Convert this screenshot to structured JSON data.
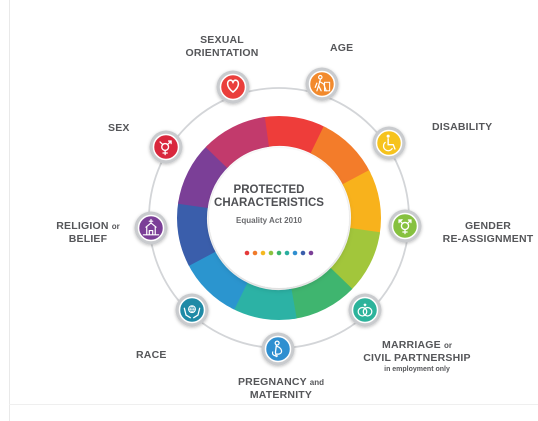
{
  "center": {
    "title_line1": "PROTECTED",
    "title_line2": "CHARACTERISTICS",
    "subtitle": "Equality Act 2010"
  },
  "nodes": [
    {
      "id": "sexual-orientation",
      "line1": "SEXUAL",
      "line2": "ORIENTATION",
      "color": "#ea3f3c",
      "icon": "heart-icon"
    },
    {
      "id": "age",
      "line1": "AGE",
      "color": "#f28a2d",
      "icon": "elderly-person-icon"
    },
    {
      "id": "disability",
      "line1": "DISABILITY",
      "color": "#f6c31d",
      "icon": "wheelchair-icon"
    },
    {
      "id": "gender-reassignment",
      "line1": "GENDER",
      "line2": "RE-ASSIGNMENT",
      "color": "#86c13f",
      "icon": "transgender-symbol-icon"
    },
    {
      "id": "marriage",
      "line1": "MARRIAGE",
      "line1_suffix": "or",
      "line2": "CIVIL PARTNERSHIP",
      "line3": "in employment only",
      "color": "#2cb39b",
      "icon": "rings-icon"
    },
    {
      "id": "pregnancy",
      "line1": "PREGNANCY",
      "line1_suffix": "and",
      "line2": "MATERNITY",
      "color": "#2f8fd0",
      "icon": "pregnant-woman-icon"
    },
    {
      "id": "race",
      "line1": "RACE",
      "color": "#1f8aa6",
      "icon": "hands-globe-icon"
    },
    {
      "id": "religion",
      "line1": "RELIGION",
      "line1_suffix": "or",
      "line2": "BELIEF",
      "color": "#7b3f97",
      "icon": "place-of-worship-icon"
    },
    {
      "id": "sex",
      "line1": "SEX",
      "color": "#d9273d",
      "icon": "gender-symbol-icon"
    }
  ],
  "ring_colors": [
    "#ee3d3a",
    "#f37c2a",
    "#f8b21c",
    "#a2c63b",
    "#3fb56f",
    "#2cb2a5",
    "#2b95cf",
    "#3a5eab",
    "#7b3f97",
    "#c23a6c"
  ],
  "dot_colors": [
    "#e53a3a",
    "#f07a2a",
    "#f5b820",
    "#8cc23f",
    "#3ab26d",
    "#2aaea0",
    "#2f8fd0",
    "#3a5eab",
    "#7b3f97"
  ]
}
